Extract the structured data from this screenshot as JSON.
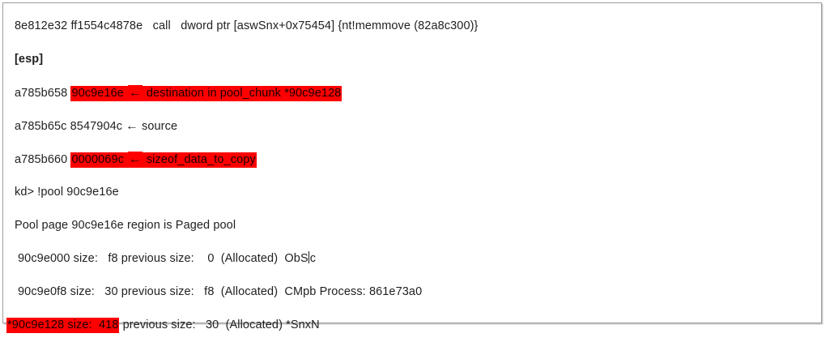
{
  "panel": {
    "border_color": "#9b9b9b",
    "background": "#ffffff",
    "highlight_color": "#ff0000",
    "text_color": "#201f1e"
  },
  "console": {
    "lines": [
      {
        "id": "call-instruction",
        "segments": [
          {
            "kind": "plain",
            "text": "8e812e32 ff1554c4878e   call   dword ptr [aswSnx+0x75454] {nt!memmove (82a8c300)}"
          }
        ]
      },
      {
        "id": "esp-label",
        "bold": true,
        "segments": [
          {
            "kind": "plain",
            "text": "[esp]"
          }
        ]
      },
      {
        "id": "stack-destination",
        "segments": [
          {
            "kind": "plain",
            "text": "a785b658 "
          },
          {
            "kind": "highlight",
            "text": "90c9e16e "
          },
          {
            "kind": "highlight-arrow",
            "text": "←"
          },
          {
            "kind": "highlight",
            "text": " destination in pool_chunk *90c9e128"
          }
        ]
      },
      {
        "id": "stack-source",
        "segments": [
          {
            "kind": "plain",
            "text": "a785b65c 8547904c "
          },
          {
            "kind": "arrow",
            "text": "←"
          },
          {
            "kind": "plain",
            "text": " source"
          }
        ]
      },
      {
        "id": "stack-size",
        "segments": [
          {
            "kind": "plain",
            "text": "a785b660 "
          },
          {
            "kind": "highlight",
            "text": "0000069c "
          },
          {
            "kind": "highlight-arrow",
            "text": "←"
          },
          {
            "kind": "highlight",
            "text": " sizeof_data_to_copy"
          }
        ]
      },
      {
        "id": "pool-command",
        "segments": [
          {
            "kind": "plain",
            "text": "kd> !pool 90c9e16e"
          }
        ]
      },
      {
        "id": "pool-page-region",
        "segments": [
          {
            "kind": "plain",
            "text": "Pool page 90c9e16e region is Paged pool"
          }
        ]
      },
      {
        "id": "pool-entry-obsc",
        "indent": true,
        "segments": [
          {
            "kind": "plain",
            "text": "90c9e000 size:   f8 previous size:    0  (Allocated)  ObS"
          },
          {
            "kind": "caret",
            "text": ""
          },
          {
            "kind": "plain",
            "text": "c"
          }
        ]
      },
      {
        "id": "pool-entry-cmpb",
        "indent": true,
        "segments": [
          {
            "kind": "plain",
            "text": "90c9e0f8 size:   30 previous size:   f8  (Allocated)  CMpb Process: 861e73a0"
          }
        ]
      },
      {
        "id": "pool-entry-snxn",
        "flush": true,
        "segments": [
          {
            "kind": "highlight",
            "text": "*90c9e128 size:  418"
          },
          {
            "kind": "plain",
            "text": " previous size:   30  (Allocated) *SnxN"
          }
        ]
      }
    ]
  }
}
